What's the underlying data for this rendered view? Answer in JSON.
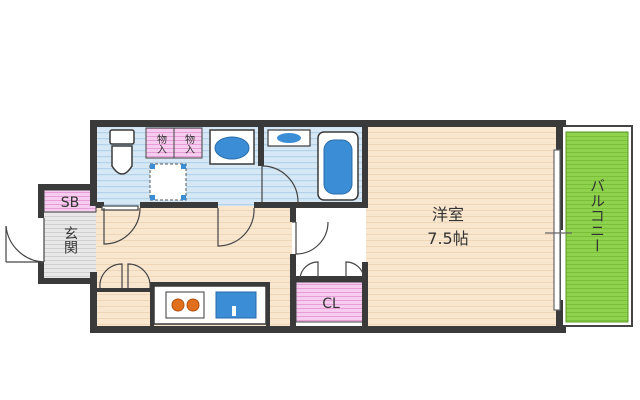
{
  "floorplan": {
    "rooms": {
      "western": {
        "name": "洋室",
        "size": "7.5帖"
      },
      "balcony": {
        "name": "バルコニー"
      },
      "closet": {
        "name": "CL"
      },
      "shoebox": {
        "name": "SB"
      },
      "entrance": {
        "name": "玄関"
      },
      "storage_left": {
        "name": "物入"
      },
      "storage_right": {
        "name": "物入"
      }
    },
    "colors": {
      "wall": "#3a3a3a",
      "wet_area": "#cfe3f2",
      "wet_stripe": "#b4d2ea",
      "floor": "#f8e6cf",
      "floor_stripe": "#efd6b6",
      "balcony": "#8bd14a",
      "closet_storage": "#f2b8e4",
      "fixture_blue": "#3b8dd6",
      "stove_orange": "#e0701e"
    }
  }
}
